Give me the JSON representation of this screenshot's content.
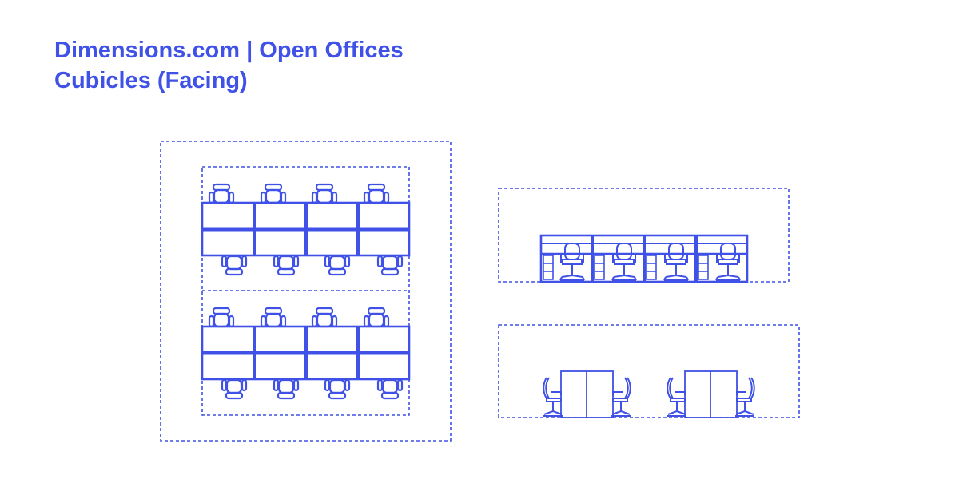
{
  "header": {
    "title_line": "Dimensions.com | Open Offices",
    "subtitle_line": "Cubicles (Facing)"
  },
  "colors": {
    "accent": "#3f51e6",
    "background": "#ffffff"
  },
  "views": [
    {
      "name": "plan-view",
      "rows": 2,
      "desks_per_row": 4,
      "workstations": 16
    },
    {
      "name": "front-elevation",
      "workstations": 4
    },
    {
      "name": "side-elevation",
      "pods": 2,
      "chairs_per_pod": 2
    }
  ]
}
